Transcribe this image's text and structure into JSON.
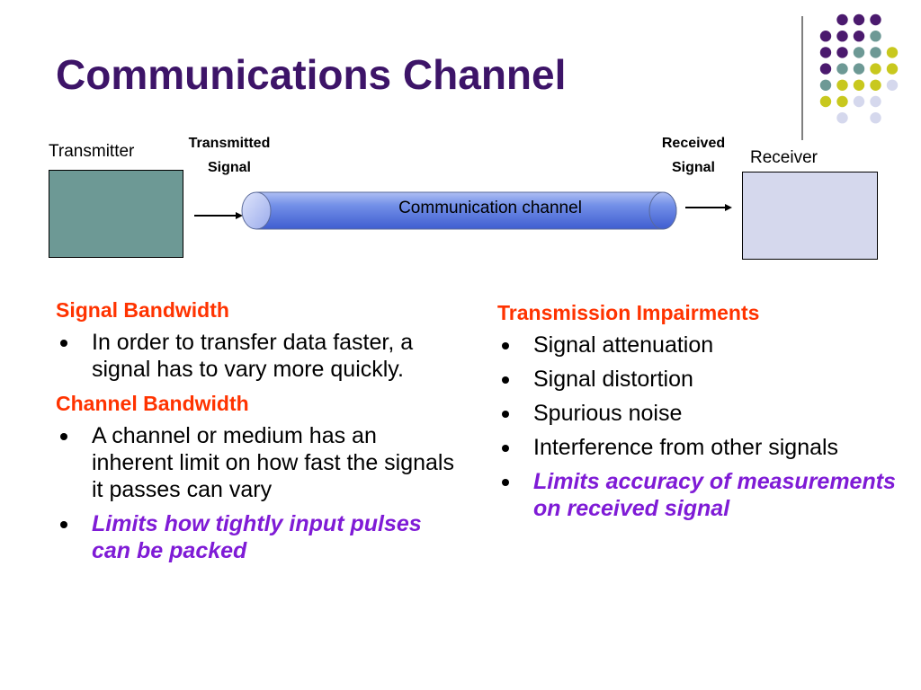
{
  "slide": {
    "title": "Communications Channel"
  },
  "diagram": {
    "transmitter_label": "Transmitter",
    "transmitted_signal_label": [
      "Transmitted",
      "Signal"
    ],
    "channel_label": "Communication channel",
    "received_signal_label": [
      "Received",
      "Signal"
    ],
    "receiver_label": "Receiver",
    "colors": {
      "transmitter_box": "#6d9995",
      "receiver_box": "#d5d8ed",
      "pipe": "#5d7ce4",
      "pipe_end": "#aab8ee"
    }
  },
  "left_column": {
    "heading_1": "Signal Bandwidth",
    "bullets_1": [
      {
        "text": "In order to transfer data faster, a signal has to vary more quickly.",
        "emphasis": false
      }
    ],
    "heading_2": "Channel Bandwidth",
    "bullets_2": [
      {
        "text": "A channel or medium has an inherent limit on how fast the signals it passes can vary",
        "emphasis": false
      },
      {
        "text": "Limits how tightly input pulses can be packed",
        "emphasis": true
      }
    ]
  },
  "right_column": {
    "heading": "Transmission Impairments",
    "bullets": [
      {
        "text": "Signal attenuation",
        "emphasis": false
      },
      {
        "text": "Signal distortion",
        "emphasis": false
      },
      {
        "text": "Spurious noise",
        "emphasis": false
      },
      {
        "text": "Interference from other signals",
        "emphasis": false
      },
      {
        "text": "Limits accuracy of measurements on received signal",
        "emphasis": true
      }
    ]
  },
  "colors": {
    "title": "#3d1468",
    "heading": "#ff3300",
    "emphasis": "#7f1bd6",
    "dot_purple": "#4b1a6e",
    "dot_teal": "#6d9995",
    "dot_yellow": "#c8c81e",
    "dot_lavender": "#d5d8ed"
  }
}
